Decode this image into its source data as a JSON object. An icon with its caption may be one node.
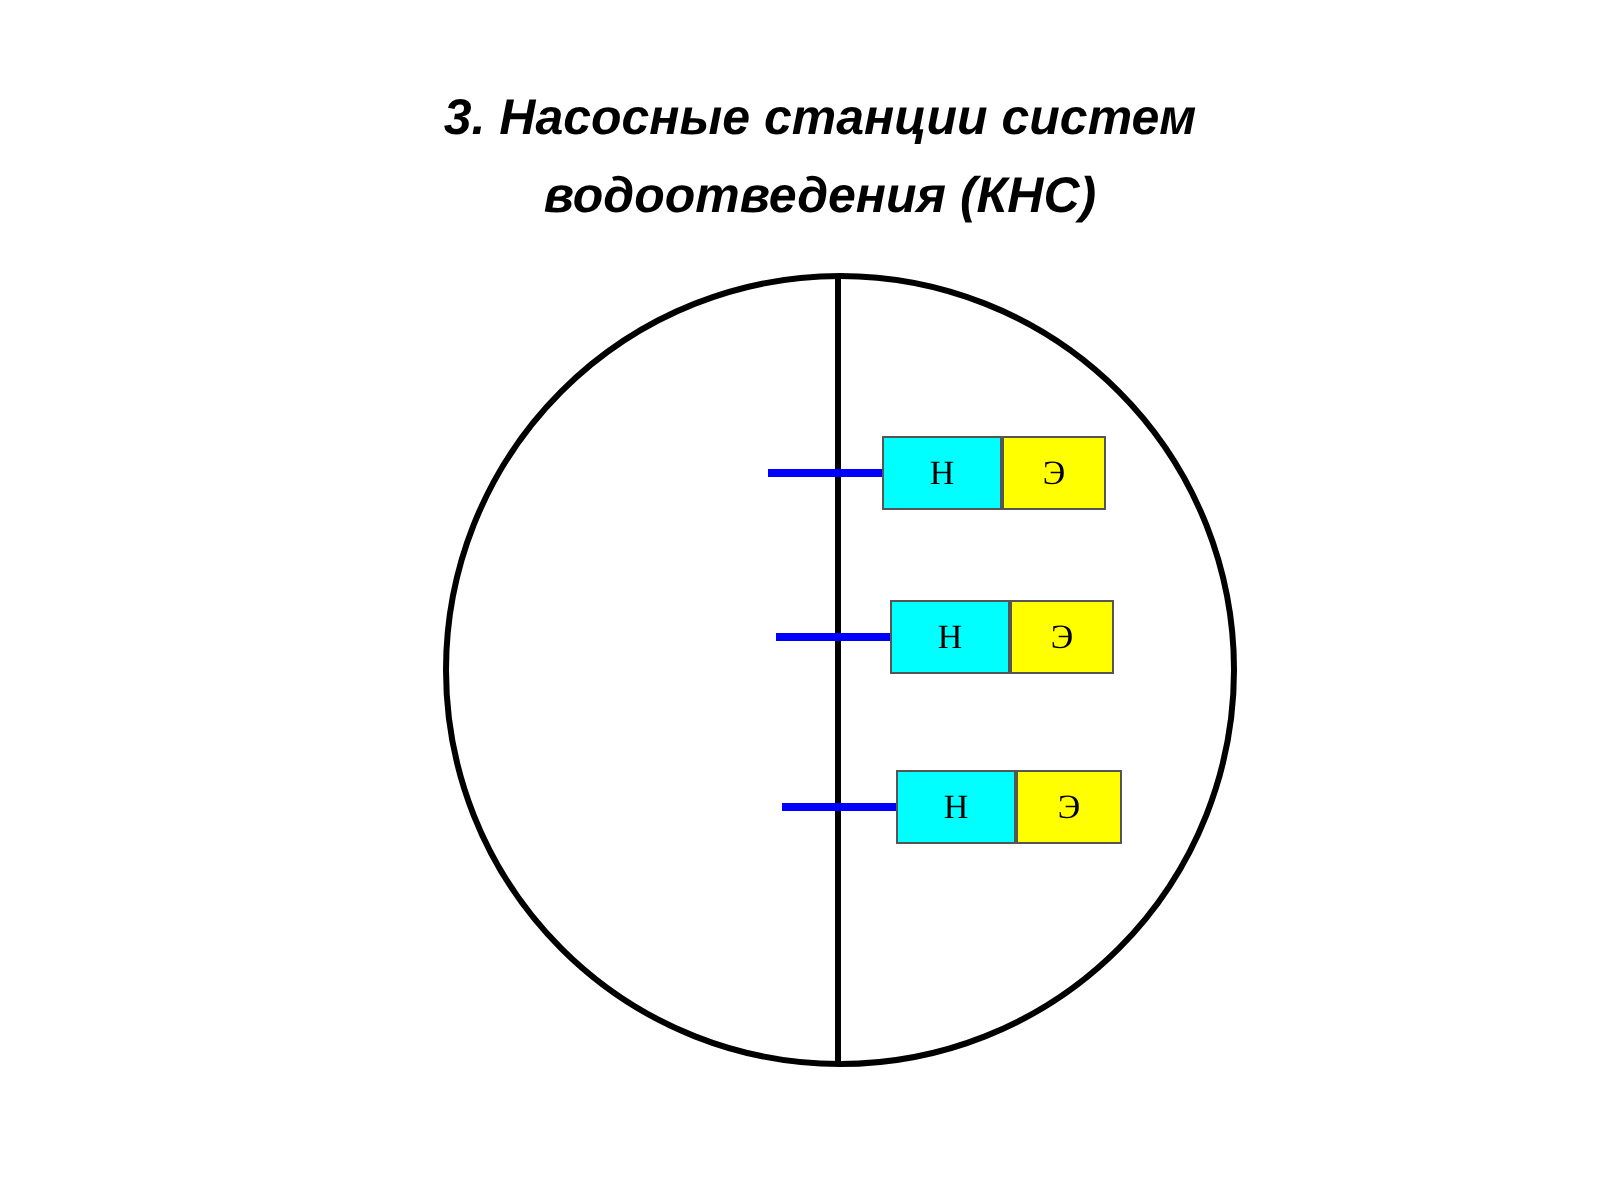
{
  "diagram": {
    "title": "3. Насосные станции систем водоотведения (КНС)",
    "nodes": [
      {
        "text": [
          "Н"
        ]
      },
      {
        "text": [
          "Э"
        ]
      },
      {
        "text": [
          "Н"
        ]
      },
      {
        "text": [
          "Э"
        ]
      },
      {
        "text": [
          "Н"
        ]
      },
      {
        "text": [
          "Э"
        ]
      }
    ],
    "edges": [
      {
        "from": null,
        "to": 0,
        "arrow": "none"
      },
      {
        "from": null,
        "to": 2,
        "arrow": "none"
      },
      {
        "from": null,
        "to": 4,
        "arrow": "none"
      }
    ]
  }
}
